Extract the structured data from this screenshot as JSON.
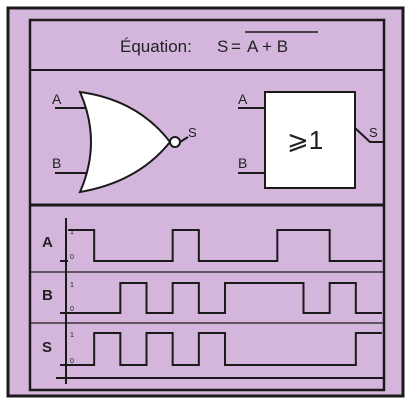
{
  "colors": {
    "background": "#d4b6dd",
    "line": "#1a1a1a",
    "gate_fill": "#ffffff"
  },
  "header": {
    "prefix": "Équation:",
    "output_symbol": "S",
    "equals": "=",
    "expression": "A + B"
  },
  "gates": {
    "nor_symbol": {
      "input_a": "A",
      "input_b": "B",
      "output": "S"
    },
    "iec_symbol": {
      "input_a": "A",
      "input_b": "B",
      "output": "S",
      "function": "⩾1"
    }
  },
  "chronogram": {
    "level_high": "1",
    "level_low": "0",
    "time_slots": 12,
    "signals": [
      {
        "name": "A",
        "values": [
          1,
          0,
          0,
          0,
          1,
          0,
          0,
          0,
          1,
          1,
          0,
          0
        ]
      },
      {
        "name": "B",
        "values": [
          0,
          0,
          1,
          0,
          1,
          0,
          1,
          1,
          1,
          0,
          1,
          0
        ]
      },
      {
        "name": "S",
        "values": [
          0,
          1,
          0,
          1,
          0,
          1,
          0,
          0,
          0,
          0,
          0,
          1
        ]
      }
    ]
  }
}
